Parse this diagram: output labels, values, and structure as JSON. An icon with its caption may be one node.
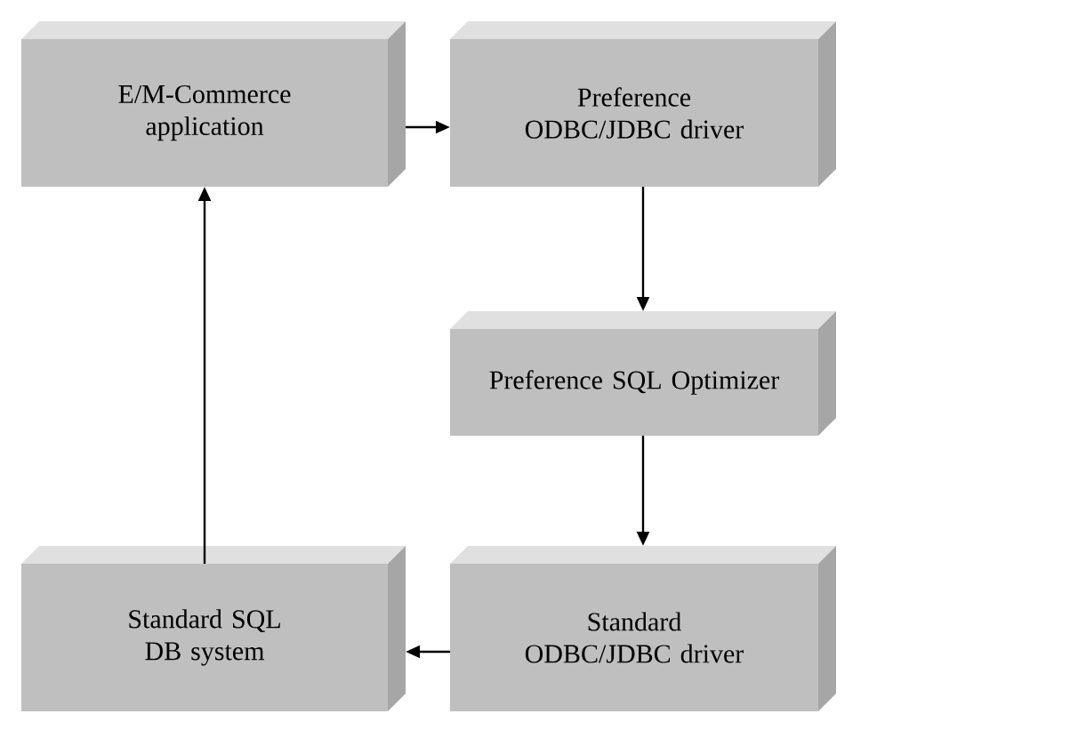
{
  "diagram": {
    "nodes": [
      {
        "text": [
          "E/M-Commerce application"
        ]
      },
      {
        "text": [
          "Preference ODBC/JDBC driver"
        ]
      },
      {
        "text": [
          "Preference SQL Optimizer"
        ]
      },
      {
        "text": [
          "Standard ODBC/JDBC driver"
        ]
      },
      {
        "text": [
          "Standard SQL DB system"
        ]
      }
    ],
    "edges": [
      {
        "from": 0,
        "to": 1,
        "arrow": "to"
      },
      {
        "from": 1,
        "to": 2,
        "arrow": "to"
      },
      {
        "from": 2,
        "to": 3,
        "arrow": "to"
      },
      {
        "from": 3,
        "to": 4,
        "arrow": "to"
      },
      {
        "from": 4,
        "to": 0,
        "arrow": "to"
      }
    ]
  }
}
